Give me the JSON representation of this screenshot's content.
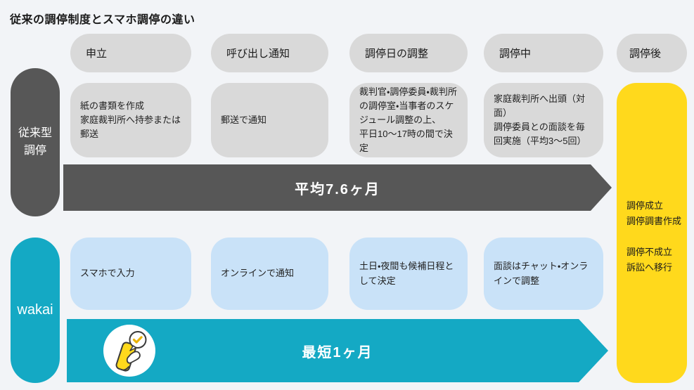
{
  "title": "従来の調停制度とスマホ調停の違い",
  "columns": [
    "申立",
    "呼び出し通知",
    "調停日の調整",
    "調停中",
    "調停後"
  ],
  "rows": {
    "traditional": {
      "label": "従来型\n調停",
      "cells": [
        "紙の書類を作成\n家庭裁判所へ持参または郵送",
        "郵送で通知",
        "裁判官・調停委員・裁判所の調停室・当事者のスケジュール調整の上、\n平日10〜17時の間で決定",
        "家庭裁判所へ出頭（対面）\n調停委員との面談を毎回実施（平均3〜5回）"
      ],
      "duration": "平均7.6ヶ月"
    },
    "wakai": {
      "label": "wakai",
      "cells": [
        "スマホで入力",
        "オンラインで通知",
        "土日・夜間も候補日程として決定",
        "面談はチャット・オンラインで調整"
      ],
      "duration": "最短1ヶ月"
    }
  },
  "outcome": "調停成立\n調停調書作成\n\n調停不成立\n訴訟へ移行",
  "icon": {
    "name": "phone-check-icon"
  },
  "colors": {
    "background": "#f2f4f7",
    "gray_box": "#d9d9d9",
    "dark_gray": "#575757",
    "teal": "#14a9c4",
    "light_blue": "#c9e2f8",
    "yellow": "#ffd91c"
  }
}
